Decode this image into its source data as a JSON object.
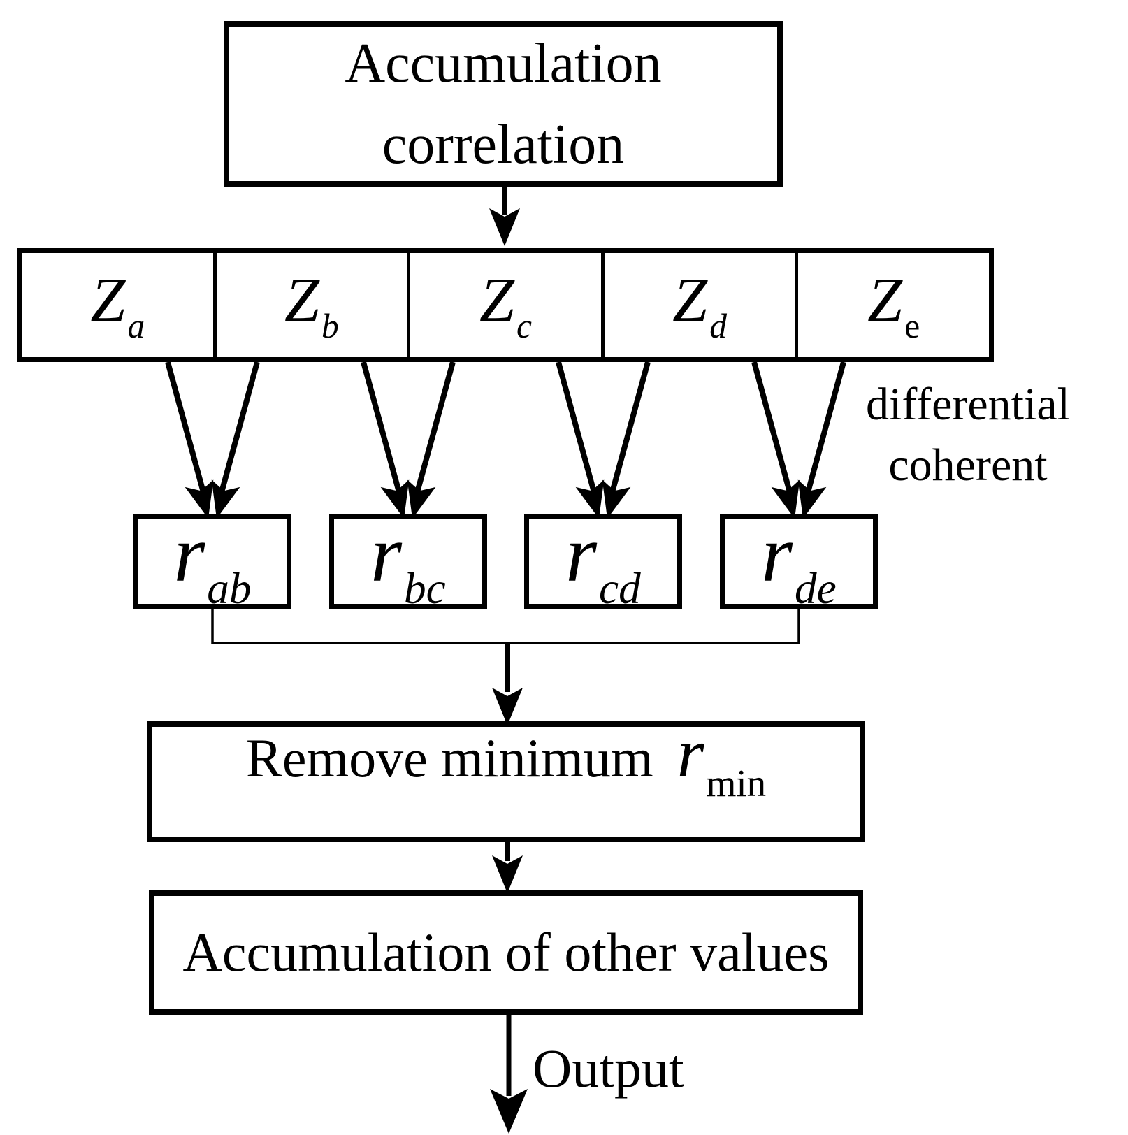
{
  "figure": {
    "background_color": "#ffffff",
    "line_color": "#000000"
  },
  "nodes": {
    "accumulation_correlation": {
      "lines": [
        "Accumulation",
        "correlation"
      ]
    },
    "z_cells": [
      {
        "base": "Z",
        "sub": "a"
      },
      {
        "base": "Z",
        "sub": "b"
      },
      {
        "base": "Z",
        "sub": "c"
      },
      {
        "base": "Z",
        "sub": "d"
      },
      {
        "base": "Z",
        "sub": "e"
      }
    ],
    "r_cells": [
      {
        "base": "r",
        "sub": "ab"
      },
      {
        "base": "r",
        "sub": "bc"
      },
      {
        "base": "r",
        "sub": "cd"
      },
      {
        "base": "r",
        "sub": "de"
      }
    ],
    "remove_minimum": {
      "text": "Remove minimum",
      "symbol_base": "r",
      "symbol_sub": "min"
    },
    "accumulation_other": {
      "text": "Accumulation of other values"
    }
  },
  "labels": {
    "differential_coherent": {
      "lines": [
        "differential",
        "coherent"
      ]
    },
    "output": "Output"
  }
}
